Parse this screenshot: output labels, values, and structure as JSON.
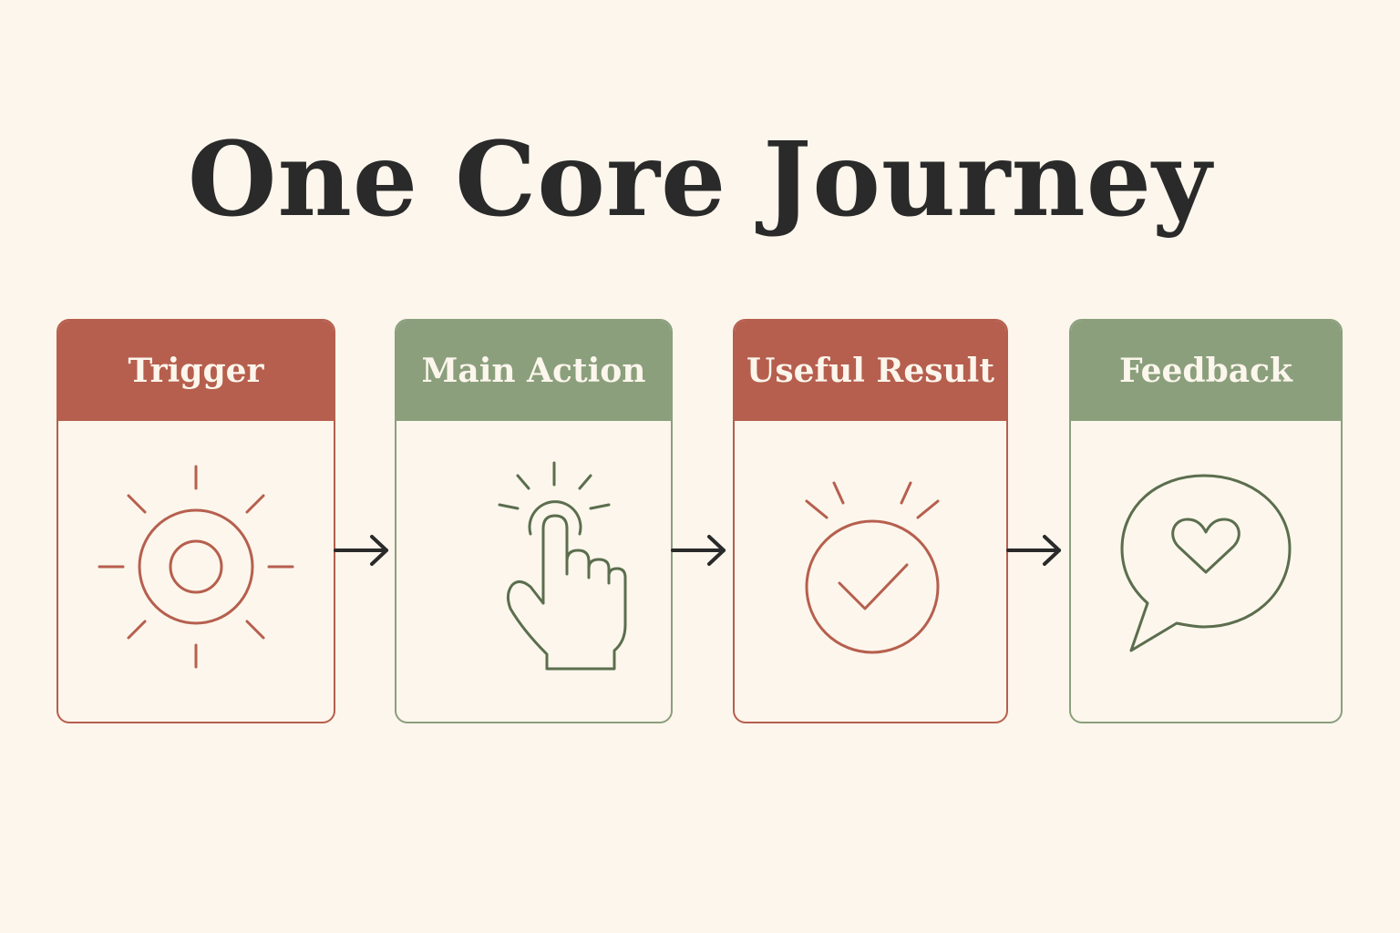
{
  "title": "One Core Journey",
  "colors": {
    "background": "#fcf6ec",
    "terracotta": "#b65f4e",
    "sage": "#8b9f7d",
    "sage_icon": "#5b6e4e",
    "title_text": "#2a2a2a",
    "arrow": "#2a2a2a"
  },
  "steps": [
    {
      "label": "Trigger",
      "icon": "sun-icon",
      "theme": "terracotta"
    },
    {
      "label": "Main Action",
      "icon": "tap-hand-icon",
      "theme": "sage"
    },
    {
      "label": "Useful Result",
      "icon": "checkmark-circle-icon",
      "theme": "terracotta"
    },
    {
      "label": "Feedback",
      "icon": "heart-speech-bubble-icon",
      "theme": "sage"
    }
  ]
}
